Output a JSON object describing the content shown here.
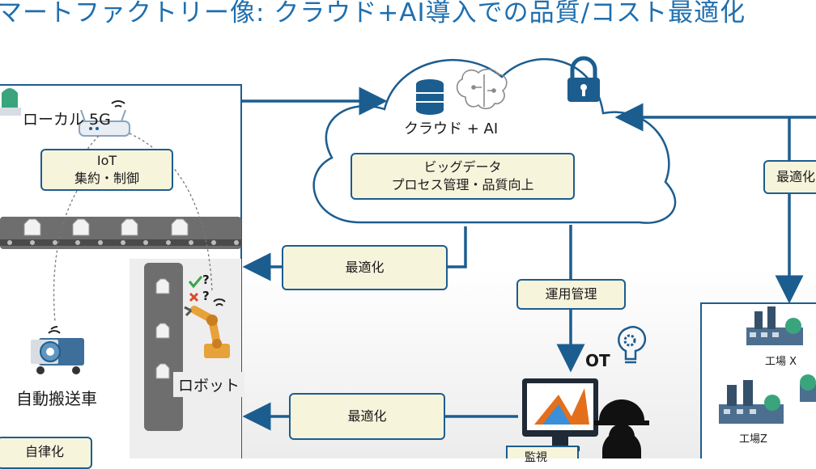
{
  "title": "マートファクトリー像: クラウド+AI導入での品質/コスト最適化",
  "local5g": "ローカル 5G",
  "iot_line1": "IoT",
  "iot_line2": "集約・制御",
  "cloud_label": "クラウド + AI",
  "bigdata_line1": "ビッグデータ",
  "bigdata_line2": "プロセス管理・品質向上",
  "optimize_top": "最適化",
  "optimize_bottom": "最適化",
  "optimize_right": "最適化",
  "operations": "運用管理",
  "ot_label": "OT",
  "agv_label": "自動搬送車",
  "robot_label": "ロボット",
  "autonomy_label": "自律化",
  "monitor_label": "監視",
  "factory_x": "工場 X",
  "factory_z": "工場Z",
  "robot_marks": [
    "?",
    "?"
  ],
  "colors": {
    "accent": "#1c5d8f",
    "box_fill": "#f7f4dc",
    "title": "#1f6fae"
  },
  "icons": [
    "database-icon",
    "brain-icon",
    "lock-icon",
    "router-icon",
    "wifi-icon",
    "lightbulb-gear-icon",
    "agv-icon",
    "robot-arm-icon",
    "monitor-icon",
    "worker-icon",
    "factory-icon"
  ]
}
